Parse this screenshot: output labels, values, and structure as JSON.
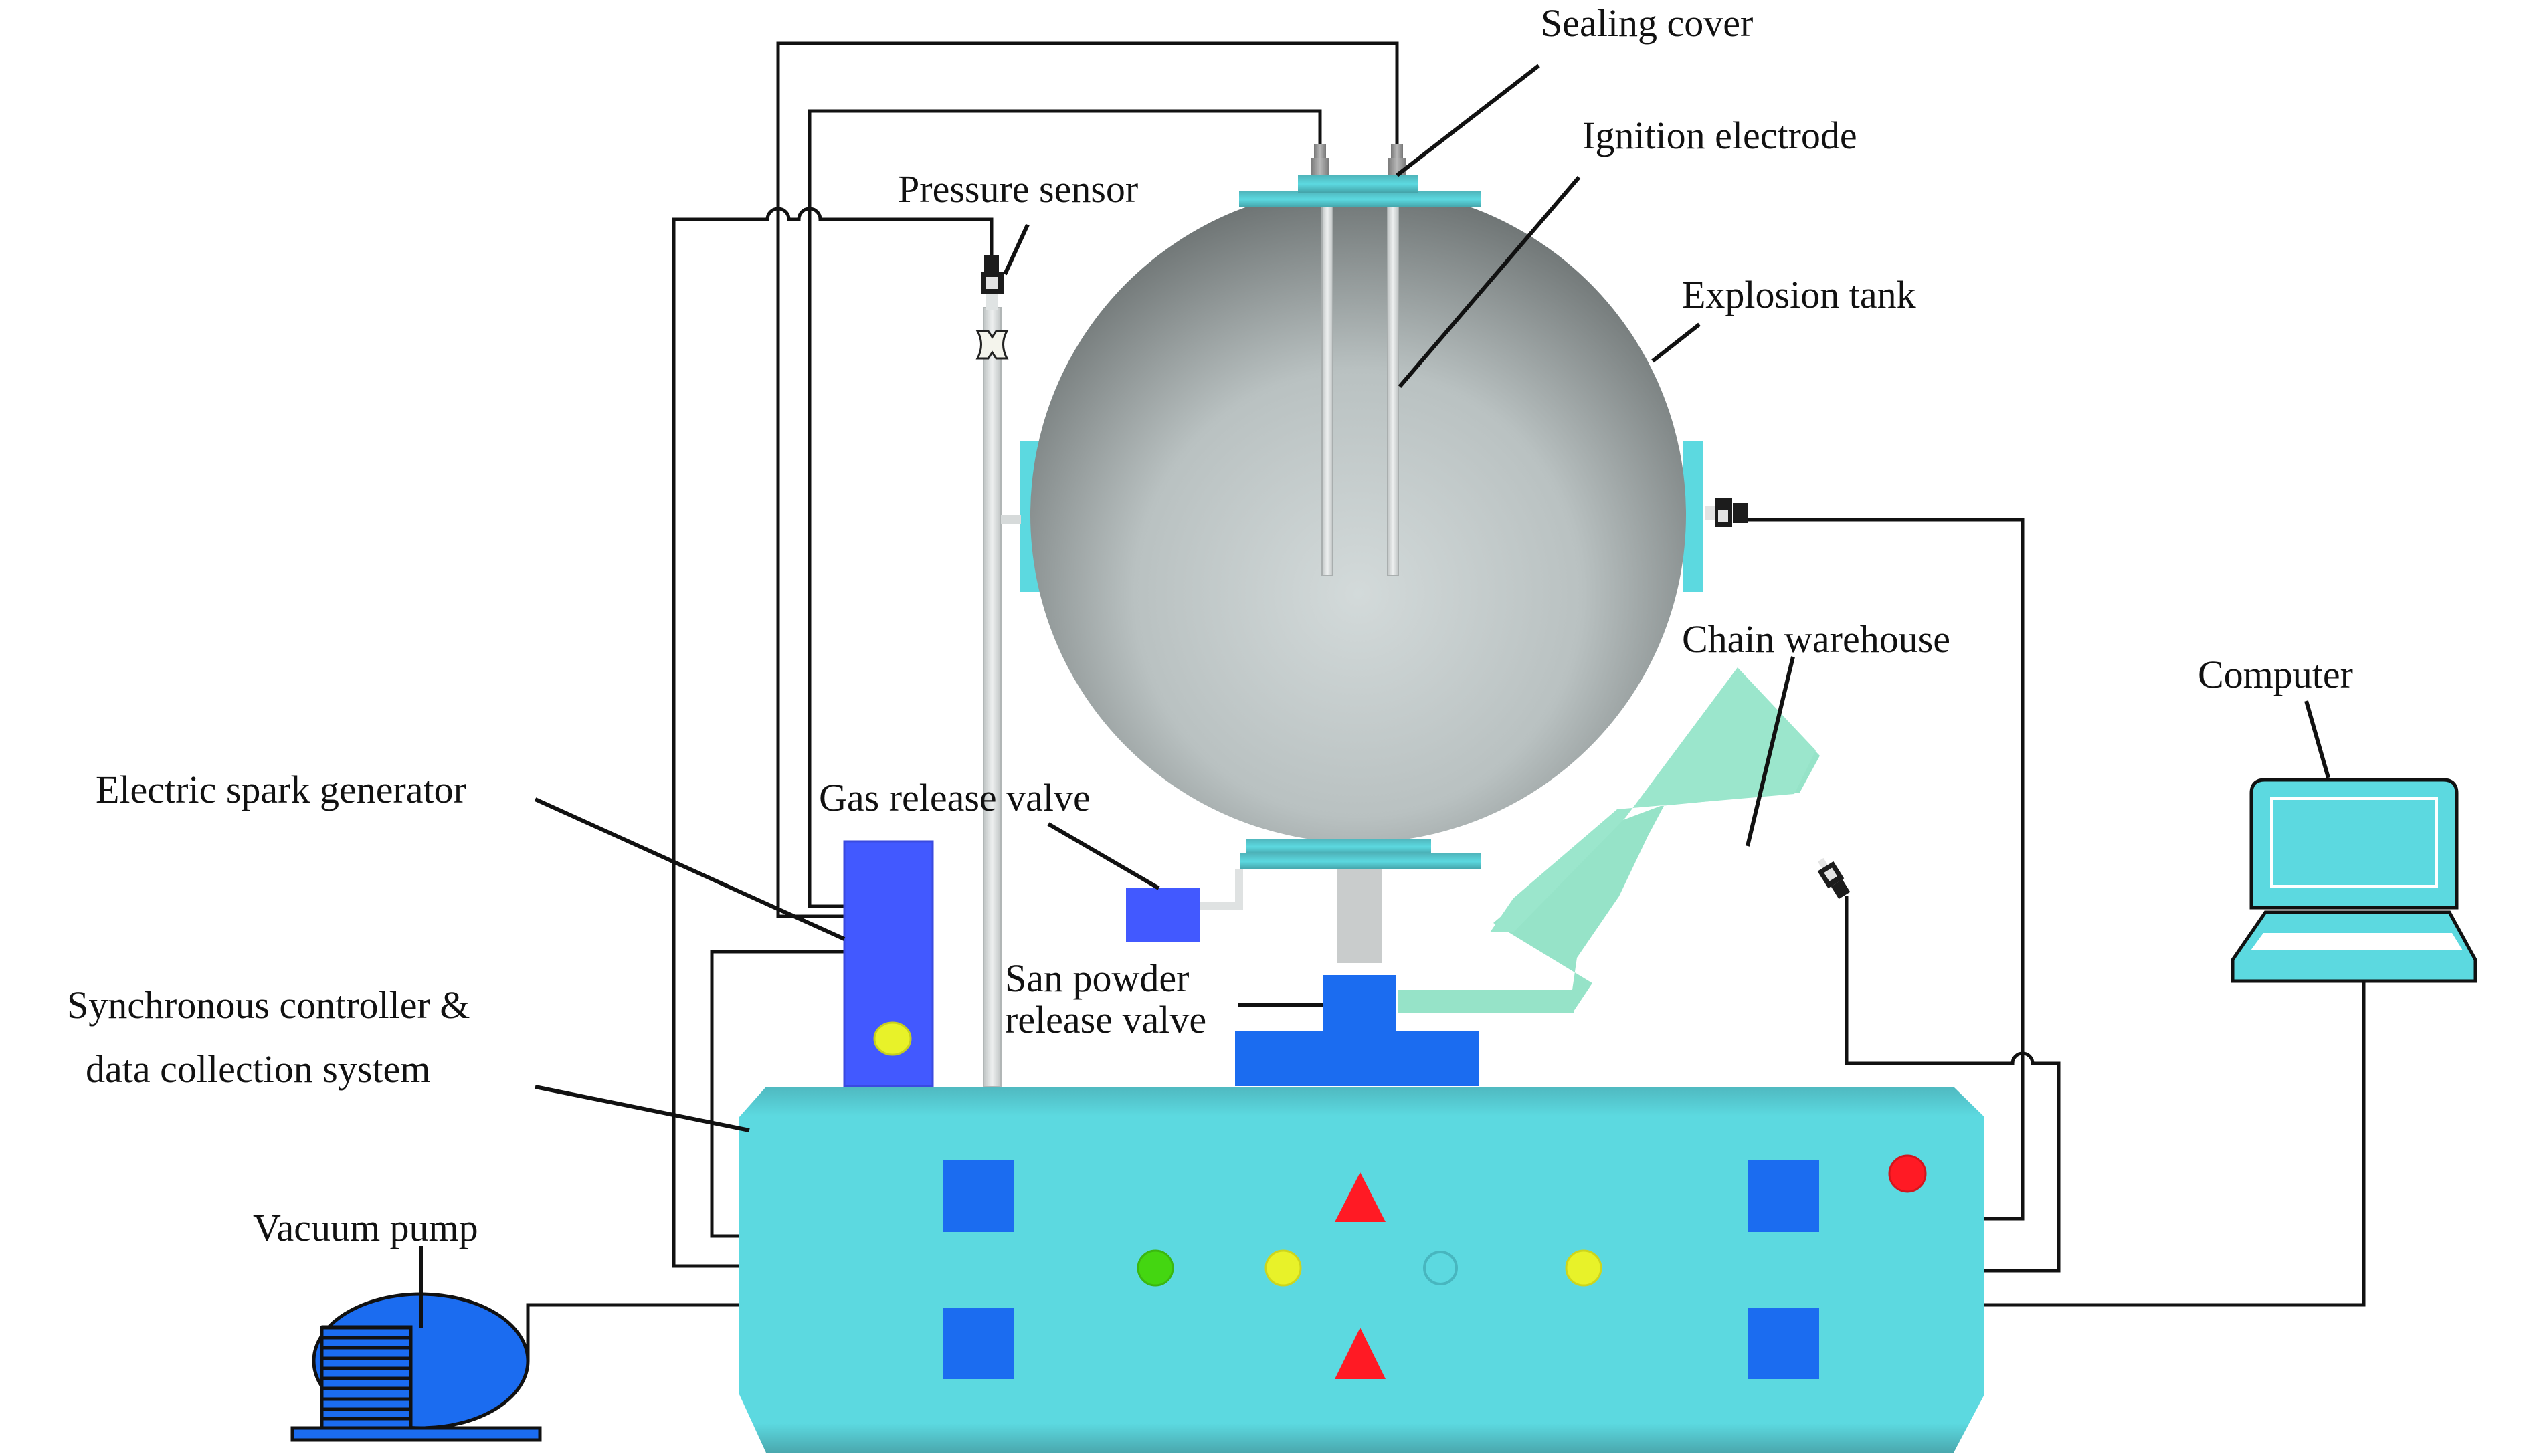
{
  "diagram": {
    "type": "experimental-apparatus-schematic",
    "labels": {
      "sealing_cover": "Sealing cover",
      "ignition_electrode": "Ignition electrode",
      "pressure_sensor": "Pressure sensor",
      "explosion_tank": "Explosion tank",
      "chain_warehouse": "Chain warehouse",
      "computer": "Computer",
      "electric_spark_generator": "Electric spark generator",
      "gas_release_valve": "Gas release valve",
      "san_powder_line1": "San powder",
      "san_powder_line2": "release valve",
      "synchronous_line1": "Synchronous controller &",
      "synchronous_line2": "data collection system",
      "vacuum_pump": "Vacuum pump"
    },
    "colors": {
      "cyan": "#5cd9e0",
      "cyan_dark": "#3fa9b0",
      "blue": "#1b6cf0",
      "spark_blue": "#4259ff",
      "mint": "#96e3c8",
      "tank_light": "#cdd4d4",
      "tank_dark": "#6e7474",
      "red": "#ff1a24",
      "green": "#44d611",
      "yellow": "#e8f229",
      "wire": "#111111"
    },
    "controller_panel": {
      "buttons": [
        "square",
        "square",
        "square",
        "square"
      ],
      "triangles": [
        "red",
        "red"
      ],
      "indicator_lights": [
        "green",
        "yellow",
        "off",
        "yellow"
      ],
      "alarm_light": "red"
    }
  }
}
